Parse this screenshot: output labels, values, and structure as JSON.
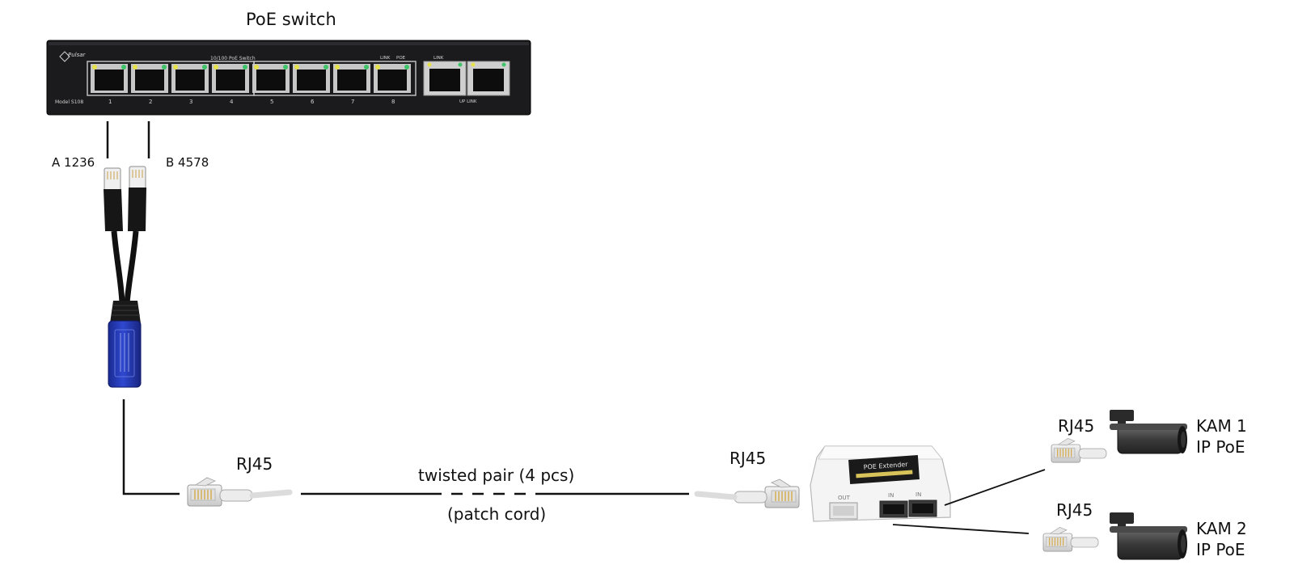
{
  "labels": {
    "title": "PoE switch",
    "pair_a": "A 1236",
    "pair_b": "B 4578",
    "rj45_left": "RJ45",
    "cable_line1": "twisted pair (4 pcs)",
    "cable_line2": "(patch cord)",
    "rj45_mid": "RJ45",
    "rj45_cam1": "RJ45",
    "rj45_cam2": "RJ45",
    "cam1_name": "KAM 1",
    "cam1_type": "IP PoE",
    "cam2_name": "KAM 2",
    "cam2_type": "IP PoE"
  },
  "switch_panel": {
    "brand": "Pulsar",
    "caption": "10/100  PoE Switch",
    "link_label": "LINK",
    "poe_label": "POE",
    "uplink_link_label": "LINK",
    "uplink_label": "UP LINK",
    "model": "Model  S108",
    "port_numbers": [
      "1",
      "2",
      "3",
      "4",
      "5",
      "6",
      "7",
      "8"
    ]
  },
  "extender": {
    "title": "POE Extender",
    "out_label": "OUT",
    "in_label_1": "IN",
    "in_label_2": "IN"
  },
  "colors": {
    "switch_body": "#1b1b1d",
    "injector_blue": "#2438b8",
    "led_yellow": "#e8e24a",
    "led_green": "#3fc46a",
    "cable": "#111111"
  }
}
